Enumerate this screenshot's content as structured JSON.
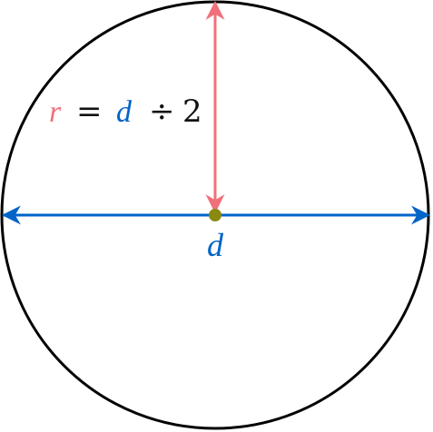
{
  "diagram": {
    "formula": {
      "r_symbol": "r",
      "equals": "=",
      "d_symbol": "d",
      "divide": "÷",
      "two": "2"
    },
    "diameter_label": "d"
  },
  "colors": {
    "circle": "#000000",
    "radius": "#f0707a",
    "diameter": "#0064c8",
    "center_point": "#8a8a10",
    "text_black": "#111111"
  }
}
